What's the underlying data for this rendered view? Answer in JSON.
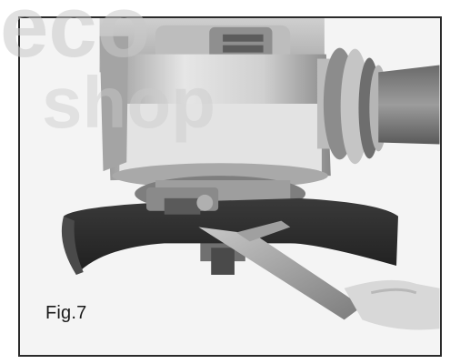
{
  "figure": {
    "label": "Fig.7"
  },
  "watermark": {
    "text_line1": "eco",
    "text_line2": "shop"
  },
  "colors": {
    "frame": "#2a2a2a",
    "photo_background": "#f7f7f7",
    "machine_body": "#d9d9d9",
    "machine_shadow": "#8e8e8e",
    "guard_dark": "#2f2f2f",
    "watermark": "#c9c9c9"
  }
}
